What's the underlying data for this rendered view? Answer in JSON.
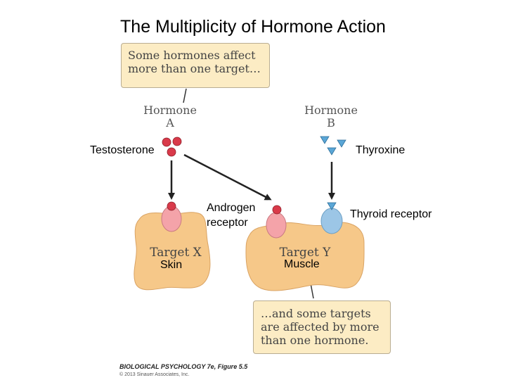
{
  "title": "The Multiplicity of Hormone Action",
  "callout_top": "Some hormones affect\nmore than one target…",
  "callout_bottom": "…and some targets\nare affected by more\nthan one hormone.",
  "hormone_a": {
    "name": "Hormone",
    "letter": "A",
    "label": "Testosterone"
  },
  "hormone_b": {
    "name": "Hormone",
    "letter": "B",
    "label": "Thyroxine"
  },
  "target_x": {
    "name": "Target X",
    "label": "Skin"
  },
  "target_y": {
    "name": "Target Y",
    "label": "Muscle"
  },
  "receptor_androgen": "Androgen\nreceptor",
  "receptor_thyroid": "Thyroid receptor",
  "credit": {
    "line1": "BIOLOGICAL PSYCHOLOGY 7e, Figure 5.5",
    "line2": "© 2013 Sinauer Associates, Inc."
  },
  "colors": {
    "cell": "#f6c889",
    "cell_edge": "#d9a364",
    "androgen_receptor": "#f4a3a9",
    "thyroid_receptor": "#9cc6e6",
    "testosterone": "#d93a4a",
    "thyroxine": "#5aa6d6",
    "callout": "#fcecc4"
  }
}
